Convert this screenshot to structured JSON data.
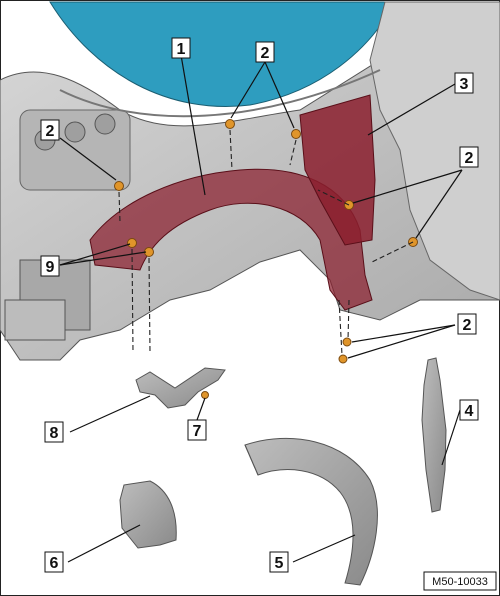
{
  "diagram": {
    "figure_code": "M50-10033",
    "colors": {
      "glass": "#2E9DBF",
      "body_gray": "#C9C9C9",
      "body_dark": "#8E8E8E",
      "liner_highlight": "#8B1E2E",
      "fastener": "#E0952A",
      "part_gray": "#9A9A9A",
      "line": "#111111"
    },
    "callouts": {
      "c1": "1",
      "c2a": "2",
      "c2b": "2",
      "c2c": "2",
      "c2d": "2",
      "c3": "3",
      "c4": "4",
      "c5": "5",
      "c6": "6",
      "c7": "7",
      "c8": "8",
      "c9": "9"
    }
  }
}
